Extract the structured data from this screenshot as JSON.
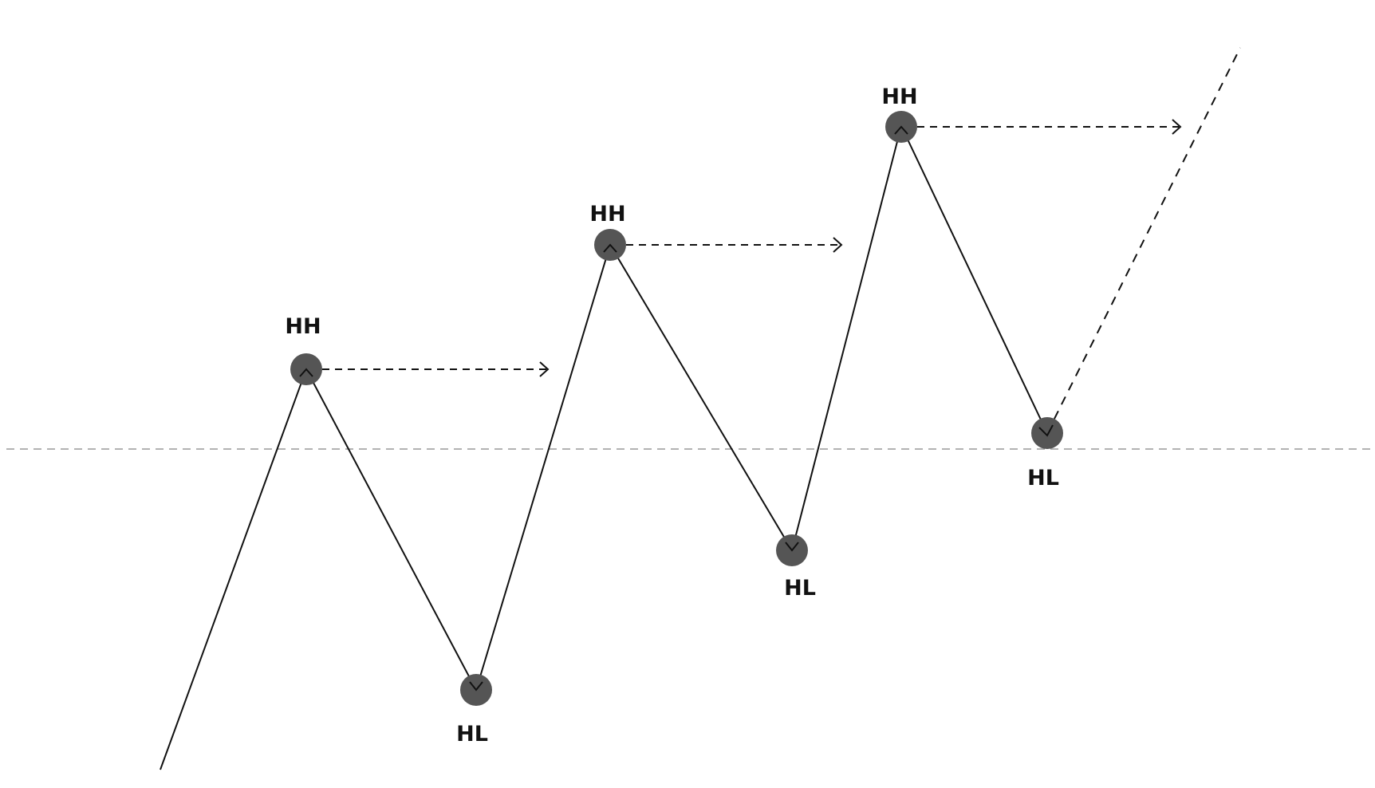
{
  "colors": {
    "background": "#ffffff",
    "price_line": "#111111",
    "pivot_dot": "#555555",
    "projection_arrow": "#111111",
    "reference_line": "#999999",
    "label": "#111111"
  },
  "labels": {
    "higher_high": "HH",
    "higher_low": "HL"
  },
  "pivots": [
    {
      "type": "HH",
      "label": "HH"
    },
    {
      "type": "HL",
      "label": "HL"
    },
    {
      "type": "HH",
      "label": "HH"
    },
    {
      "type": "HL",
      "label": "HL"
    },
    {
      "type": "HH",
      "label": "HH"
    },
    {
      "type": "HL",
      "label": "HL"
    }
  ],
  "icons": {
    "projection_arrowhead": "chevron-right-icon",
    "trend_end_arrowhead": "chevron-down-icon"
  }
}
